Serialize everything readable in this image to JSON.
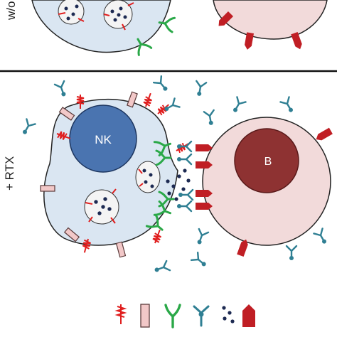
{
  "labels": {
    "top_condition": "w/o",
    "bottom_condition": "+ RTX",
    "nk_nucleus": "NK",
    "b_nucleus": "B"
  },
  "colors": {
    "nk_cell_fill": "#dae6f2",
    "nk_nucleus_fill": "#4a74b0",
    "b_cell_fill": "#f2dada",
    "b_nucleus_fill": "#8e3232",
    "receptor_red": "#e01e1e",
    "inhibitory_receptor_fill": "#f2c8c8",
    "fc_receptor_green": "#2aa848",
    "antibody_teal": "#2f7f93",
    "granule_dots": "#1d2a52",
    "ligand_red": "#c01e24"
  },
  "legend": [
    {
      "icon": "red-coil-receptor"
    },
    {
      "icon": "pink-inhibitory-receptor"
    },
    {
      "icon": "green-fc-receptor"
    },
    {
      "icon": "teal-antibody"
    },
    {
      "icon": "cytotoxic-granules"
    },
    {
      "icon": "red-surface-antigen"
    }
  ]
}
